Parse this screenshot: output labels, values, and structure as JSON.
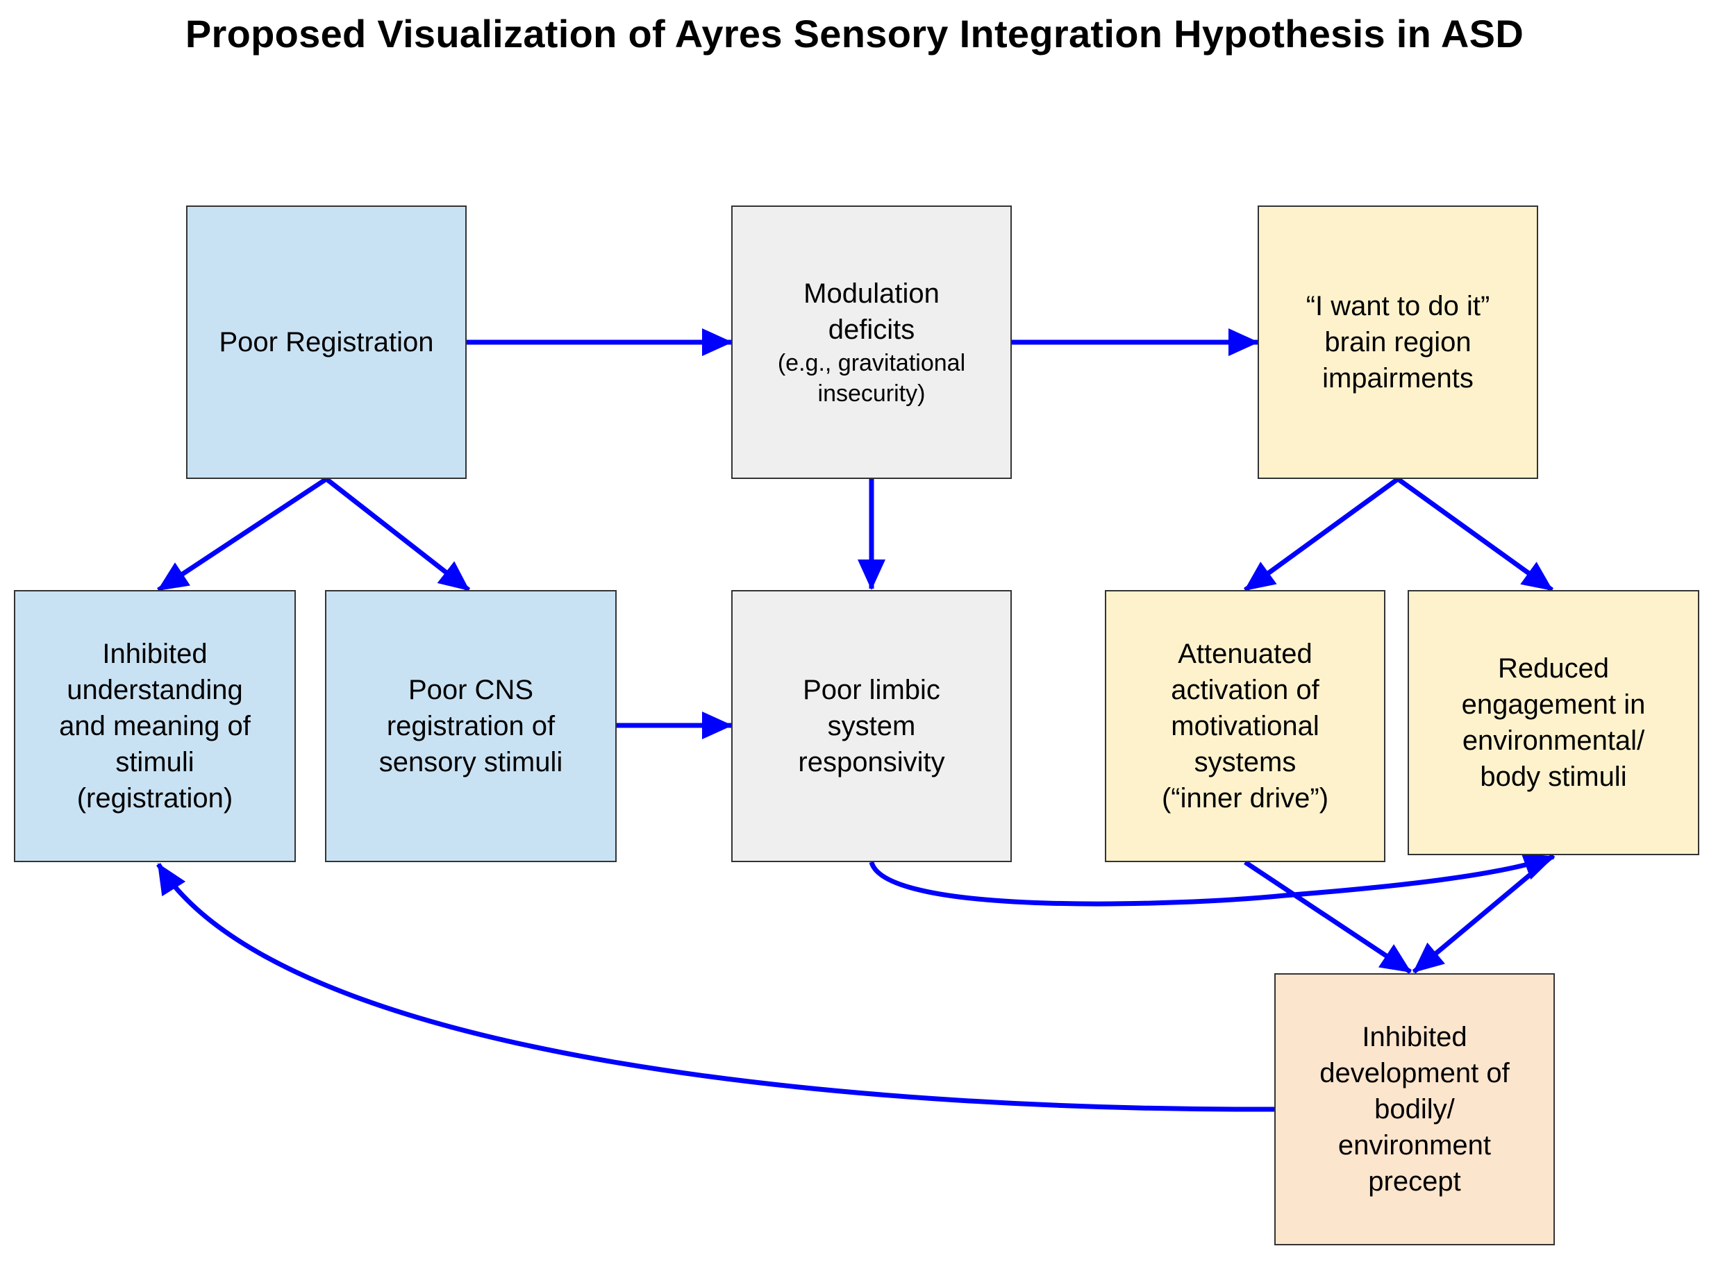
{
  "title": "Proposed Visualization of Ayres Sensory Integration Hypothesis in ASD",
  "colors": {
    "blue_fill": "#c9e2f3",
    "gray_fill": "#efefef",
    "yellow_fill": "#fef2cc",
    "orange_fill": "#fce5cd",
    "border": "#333333",
    "arrow": "#0000ff"
  },
  "nodes": {
    "poor_registration": {
      "label": "Poor Registration"
    },
    "modulation_deficits": {
      "label": "Modulation\ndeficits",
      "sub": "(e.g., gravitational\ninsecurity)"
    },
    "want_to_do_it": {
      "label": "“I want to do it”\nbrain region\nimpairments"
    },
    "inhibited_understanding": {
      "label": "Inhibited\nunderstanding\nand meaning of\nstimuli\n(registration)"
    },
    "poor_cns": {
      "label": "Poor CNS\nregistration of\nsensory stimuli"
    },
    "poor_limbic": {
      "label": "Poor limbic\nsystem\nresponsivity"
    },
    "attenuated_activation": {
      "label": "Attenuated\nactivation of\nmotivational\nsystems\n(“inner drive”)"
    },
    "reduced_engagement": {
      "label": "Reduced\nengagement in\nenvironmental/\nbody stimuli"
    },
    "inhibited_development": {
      "label": "Inhibited\ndevelopment of\nbodily/\nenvironment\nprecept"
    }
  },
  "edges": [
    {
      "from": "poor_registration",
      "to": "modulation_deficits"
    },
    {
      "from": "modulation_deficits",
      "to": "want_to_do_it"
    },
    {
      "from": "poor_registration",
      "to": "inhibited_understanding"
    },
    {
      "from": "poor_registration",
      "to": "poor_cns"
    },
    {
      "from": "modulation_deficits",
      "to": "poor_limbic"
    },
    {
      "from": "poor_cns",
      "to": "poor_limbic"
    },
    {
      "from": "want_to_do_it",
      "to": "attenuated_activation"
    },
    {
      "from": "want_to_do_it",
      "to": "reduced_engagement"
    },
    {
      "from": "poor_limbic",
      "to": "reduced_engagement"
    },
    {
      "from": "attenuated_activation",
      "to": "inhibited_development"
    },
    {
      "from": "reduced_engagement",
      "to": "inhibited_development"
    },
    {
      "from": "inhibited_development",
      "to": "inhibited_understanding"
    }
  ]
}
